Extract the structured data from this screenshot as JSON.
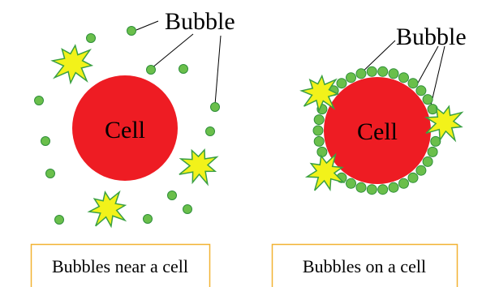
{
  "labels": {
    "cell": "Cell",
    "bubble": "Bubble"
  },
  "panels": {
    "left": {
      "caption": "Bubbles near a cell"
    },
    "right": {
      "caption": "Bubbles on a cell"
    }
  },
  "colors": {
    "cell": "#ee1c23",
    "bubble_fill": "#6abf4b",
    "bubble_stroke": "#2f8f3a",
    "burst_fill": "#f2f21a",
    "burst_stroke": "#3aa043",
    "caption_border": "#f2b233"
  }
}
